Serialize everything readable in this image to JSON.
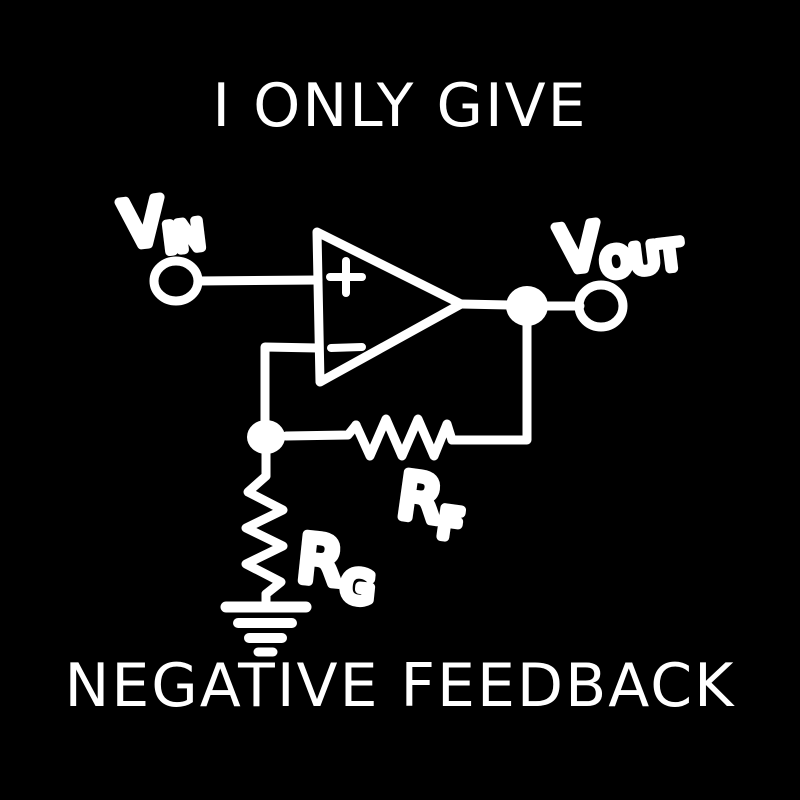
{
  "image": {
    "kind": "meme-graphic",
    "background_color": "#000000",
    "ink_color": "#ffffff",
    "style": "hand-drawn marker"
  },
  "captions": {
    "top": "I ONLY GIVE",
    "bottom": "NEGATIVE FEEDBACK"
  },
  "circuit": {
    "name": "non-inverting operational amplifier",
    "labels": {
      "input_main": "V",
      "input_sub": "IN",
      "output_main": "V",
      "output_sub": "OUT",
      "feedback_resistor_main": "R",
      "feedback_resistor_sub": "F",
      "gain_resistor_main": "R",
      "gain_resistor_sub": "G",
      "opamp_noninverting": "+",
      "opamp_inverting": "–"
    },
    "components": [
      {
        "id": "input-terminal",
        "type": "open-terminal",
        "label": "V IN"
      },
      {
        "id": "opamp",
        "type": "operational-amplifier",
        "inputs": [
          "+",
          "–"
        ]
      },
      {
        "id": "output-node",
        "type": "junction-dot"
      },
      {
        "id": "output-terminal",
        "type": "open-terminal",
        "label": "V OUT"
      },
      {
        "id": "feedback-node",
        "type": "junction-dot"
      },
      {
        "id": "rf",
        "type": "resistor",
        "label": "R F",
        "orientation": "horizontal"
      },
      {
        "id": "rg",
        "type": "resistor",
        "label": "R G",
        "orientation": "vertical"
      },
      {
        "id": "ground",
        "type": "ground-symbol",
        "bars": 4
      }
    ]
  }
}
